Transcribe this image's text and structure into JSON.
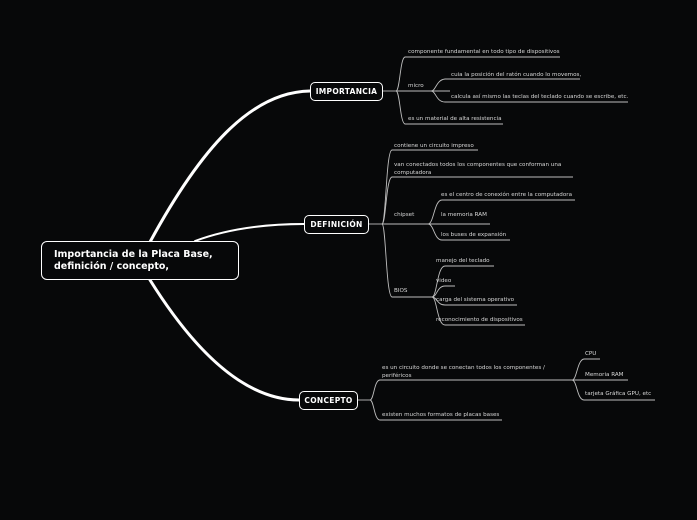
{
  "root": {
    "title": "Importancia de la Placa Base, definición / concepto,"
  },
  "branches": {
    "importancia": {
      "label": "IMPORTANCIA",
      "children": {
        "c0": "componente fundamental en todo tipo de dispositivos",
        "micro": {
          "label": "micro",
          "children": [
            "cuia la posición del ratón cuando lo movemos,",
            "calcula así mismo las teclas del teclado cuando se escribe, etc."
          ]
        },
        "c2": "es un material de alta resistencia"
      }
    },
    "definicion": {
      "label": "DEFINICIÓN",
      "children": {
        "c0": "contiene un circuito impreso",
        "c1": "van conectados todos los componentes que conforman una computadora",
        "chipset": {
          "label": "chipset",
          "children": [
            "es el centro de conexión entre la computadora",
            "la memoria RAM",
            "los buses de expansión"
          ]
        },
        "bios": {
          "label": "BIOS",
          "children": [
            "manejo del teclado",
            "video",
            "carga del sistema operativo",
            "reconocimiento de dispositivos"
          ]
        }
      }
    },
    "concepto": {
      "label": "CONCEPTO",
      "children": {
        "c0": {
          "label": "es un circuito donde se conectan todos los componentes / periféricos",
          "children": [
            "CPU",
            "Memoria RAM",
            "tarjeta Gráfica GPU, etc"
          ]
        },
        "c1": "existen muchos formatos de placas bases"
      }
    }
  },
  "colors": {
    "background": "#070809",
    "line": "#ffffff",
    "leaf_line": "#9a9a9a",
    "text": "#e8e8e8"
  }
}
